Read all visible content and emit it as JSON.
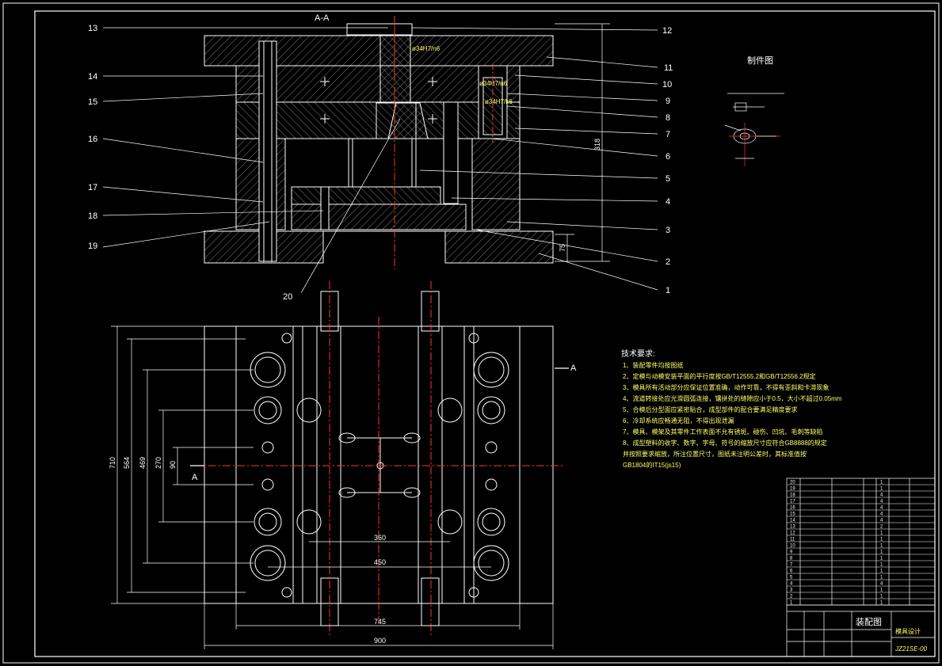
{
  "drawing": {
    "section_title": "A-A",
    "section_marker": "A",
    "part_drawing_title": "制件图",
    "callouts": [
      "1",
      "2",
      "3",
      "4",
      "5",
      "6",
      "7",
      "8",
      "9",
      "10",
      "11",
      "12",
      "13",
      "14",
      "15",
      "16",
      "17",
      "18",
      "19",
      "20"
    ],
    "dimensions": {
      "total_height": "318",
      "base_height": "75",
      "plan_height": "710",
      "plan_inner_height": "564",
      "plan_mid_height": "469",
      "plan_small_height": "270",
      "plan_min_height": "90",
      "inner_width": "360",
      "mid_width": "450",
      "outer_width": "745",
      "total_width": "900"
    }
  },
  "tech_req": {
    "heading": "技术要求:",
    "items": [
      "1、装配零件均按图纸",
      "2、定模与动模安装平面的平行度按GB/T12555.2和GB/T12556.2规定",
      "3、模具所有活动部分应保证位置准确，动作可靠，不得有歪斜和卡滞现象",
      "4、流道转接处应光滑圆弧连接，镶拼处的缝隙应小于0.5，大小不超过0.05mm",
      "5、合模后分型面应紧密贴合，成型部件的配合要满足精度要求",
      "6、冷却系统应畅通无阻，不得出现泄漏",
      "7、模具、模架及其零件工作表面不允有锈斑、碰伤、凹坑、毛刺等缺陷",
      "8、成型塑料的收字、数字、字母、符号的缩放尺寸应符合GB8888的规定",
      "   并按照要求缩放，所注位置尺寸，图纸未注明公差时，其标准值按",
      "   GB1804的IT15(js15)"
    ]
  },
  "title_block": {
    "drawing_name": "装配图",
    "project": "模具设计",
    "drawing_no": "JZ21SE-00",
    "row_numbers": [
      "20",
      "19",
      "18",
      "17",
      "16",
      "15",
      "14",
      "13",
      "12",
      "11",
      "10",
      "9",
      "8",
      "7",
      "6",
      "5",
      "4",
      "3",
      "2",
      "1"
    ],
    "quantities": [
      "1",
      "1",
      "4",
      "4",
      "4",
      "4",
      "4",
      "2",
      "1",
      "1",
      "1",
      "1",
      "1",
      "1",
      "1",
      "1",
      "4",
      "1",
      "1",
      "1"
    ]
  },
  "colors": {
    "background": "#000000",
    "outline": "#ffffff",
    "centerline": "#ff3333",
    "hatch": "#aaaaaa",
    "dimension": "#ffffff",
    "callout_line": "#ffffff",
    "small_text": "#ffff66"
  }
}
